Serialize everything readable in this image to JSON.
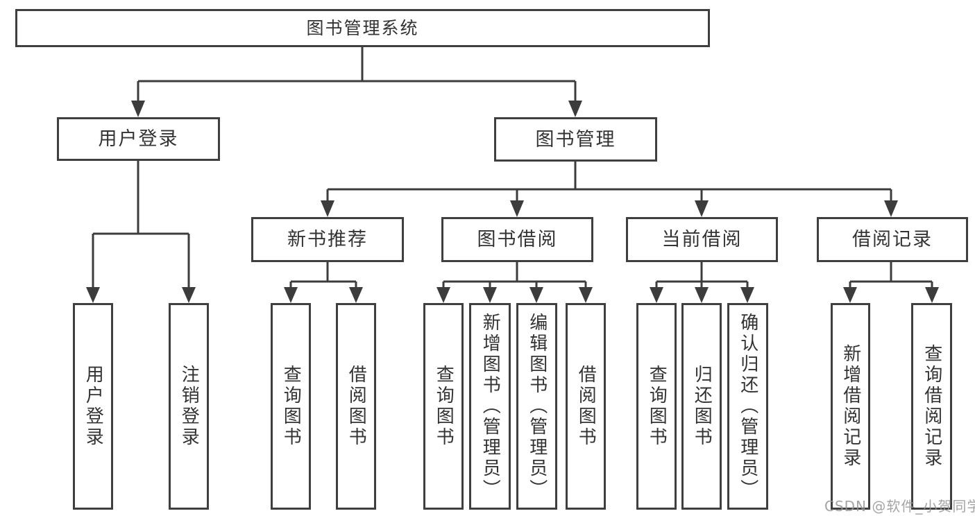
{
  "tree": {
    "root": {
      "label": "图书管理系统"
    },
    "children": [
      {
        "label": "用户登录",
        "children": [
          {
            "label": "用户登录"
          },
          {
            "label": "注销登录"
          }
        ]
      },
      {
        "label": "图书管理",
        "children": [
          {
            "label": "新书推荐",
            "children": [
              {
                "label": "查询图书"
              },
              {
                "label": "借阅图书"
              }
            ]
          },
          {
            "label": "图书借阅",
            "children": [
              {
                "label": "查询图书"
              },
              {
                "label": "新增图书（管理员）"
              },
              {
                "label": "编辑图书（管理员）"
              },
              {
                "label": "借阅图书"
              }
            ]
          },
          {
            "label": "当前借阅",
            "children": [
              {
                "label": "查询图书"
              },
              {
                "label": "归还图书"
              },
              {
                "label": "确认归还（管理员）"
              }
            ]
          },
          {
            "label": "借阅记录",
            "children": [
              {
                "label": "新增借阅记录"
              },
              {
                "label": "查询借阅记录"
              }
            ]
          }
        ]
      }
    ]
  },
  "watermark": {
    "text": "CSDN @软件_小贺同学"
  },
  "colors": {
    "line": "#3c3c3c",
    "box_border": "#3f3f3f",
    "text": "#333333",
    "watermark": "#949494",
    "background": "#ffffff"
  }
}
